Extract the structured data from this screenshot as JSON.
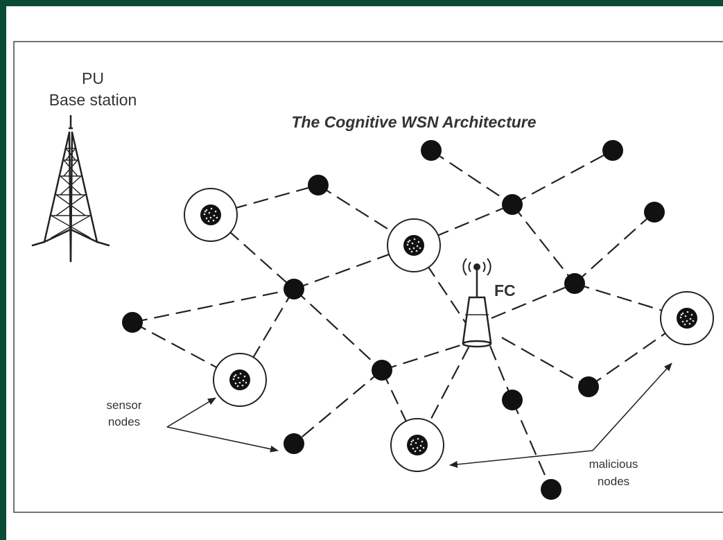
{
  "title": "The Cognitive WSN Architecture",
  "labels": {
    "pu_line1": "PU",
    "pu_line2": "Base station",
    "fc": "FC",
    "sensor_line1": "sensor",
    "sensor_line2": "nodes",
    "malicious_line1": "malicious",
    "malicious_line2": "nodes"
  },
  "colors": {
    "frame": "#0b4a34",
    "node": "#111111",
    "line": "#222222"
  }
}
